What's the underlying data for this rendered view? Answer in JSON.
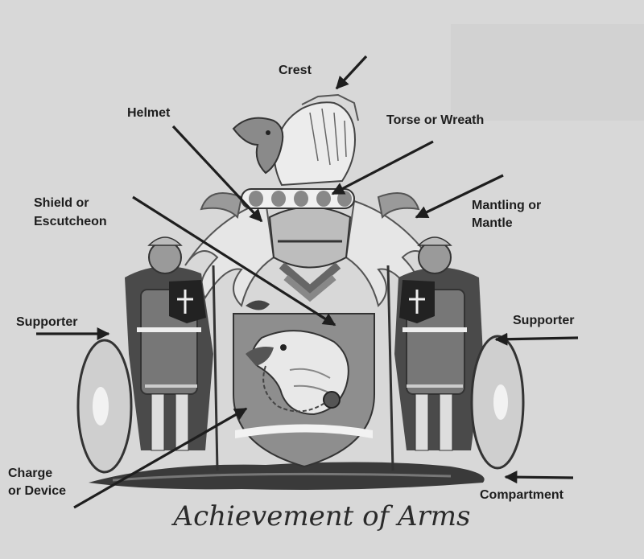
{
  "title": "Achievement of Arms",
  "labels": {
    "crest": "Crest",
    "helmet": "Helmet",
    "torse": "Torse or Wreath",
    "shield_line1": "Shield or",
    "shield_line2": "Escutcheon",
    "mantling_line1": "Mantling or",
    "mantling_line2": "Mantle",
    "supporter_left": "Supporter",
    "supporter_right": "Supporter",
    "charge_line1": "Charge",
    "charge_line2": "or Device",
    "compartment": "Compartment"
  },
  "colors": {
    "background": "#d8d8d8",
    "ink": "#1e1e1e",
    "shield_field": "#8e8e8e",
    "figure": "#777777",
    "cloak": "#4a4a4a"
  }
}
